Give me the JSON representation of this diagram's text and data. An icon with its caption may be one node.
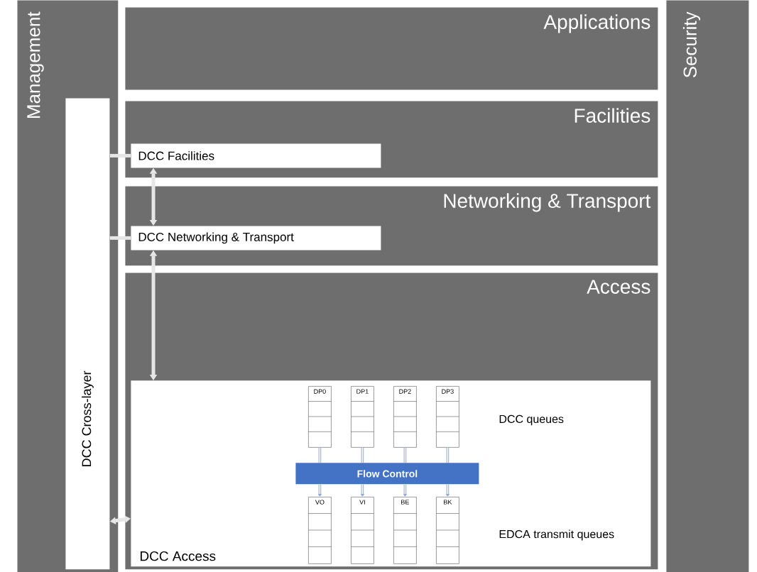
{
  "diagram": {
    "nodes": [
      {
        "text": [
          "Management"
        ]
      },
      {
        "text": [
          "Applications"
        ]
      },
      {
        "text": [
          "Facilities"
        ]
      },
      {
        "text": [
          "DCC Facilities"
        ],
        "in": 2
      },
      {
        "text": [
          "Networking & Transport"
        ]
      },
      {
        "text": [
          "DCC Networking & Transport"
        ],
        "in": 4
      },
      {
        "text": [
          "Access"
        ]
      },
      {
        "text": [
          "DCC Access"
        ],
        "in": 6
      },
      {
        "text": [
          "Security"
        ]
      },
      {
        "text": [
          "DCC Cross-layer"
        ],
        "in": 0
      },
      {
        "text": [
          "DP0"
        ],
        "in": 7
      },
      {
        "text": [
          "DP1"
        ],
        "in": 7
      },
      {
        "text": [
          "DP2"
        ],
        "in": 7
      },
      {
        "text": [
          "DP3"
        ],
        "in": 7
      },
      {
        "text": [
          "Flow Control"
        ],
        "in": 7
      },
      {
        "text": [
          "VO"
        ],
        "in": 7
      },
      {
        "text": [
          "VI"
        ],
        "in": 7
      },
      {
        "text": [
          "BE"
        ],
        "in": 7
      },
      {
        "text": [
          "BK"
        ],
        "in": 7
      }
    ],
    "edges": [
      {
        "from": 3,
        "to": 5,
        "arrow": "both"
      },
      {
        "from": 5,
        "to": 7,
        "arrow": "both"
      },
      {
        "from": 9,
        "to": 3,
        "arrow": "none"
      },
      {
        "from": 9,
        "to": 5,
        "arrow": "none"
      },
      {
        "from": 9,
        "to": 7,
        "arrow": "both"
      },
      {
        "from": 10,
        "to": 14,
        "arrow": "none"
      },
      {
        "from": 11,
        "to": 14,
        "arrow": "none"
      },
      {
        "from": 12,
        "to": 14,
        "arrow": "none"
      },
      {
        "from": 13,
        "to": 14,
        "arrow": "none"
      },
      {
        "from": 14,
        "to": 15,
        "arrow": "to"
      },
      {
        "from": 14,
        "to": 16,
        "arrow": "to"
      },
      {
        "from": 14,
        "to": 17,
        "arrow": "to"
      },
      {
        "from": 14,
        "to": 18,
        "arrow": "to"
      }
    ],
    "labels": [
      "DCC queues",
      "EDCA transmit queues"
    ]
  }
}
